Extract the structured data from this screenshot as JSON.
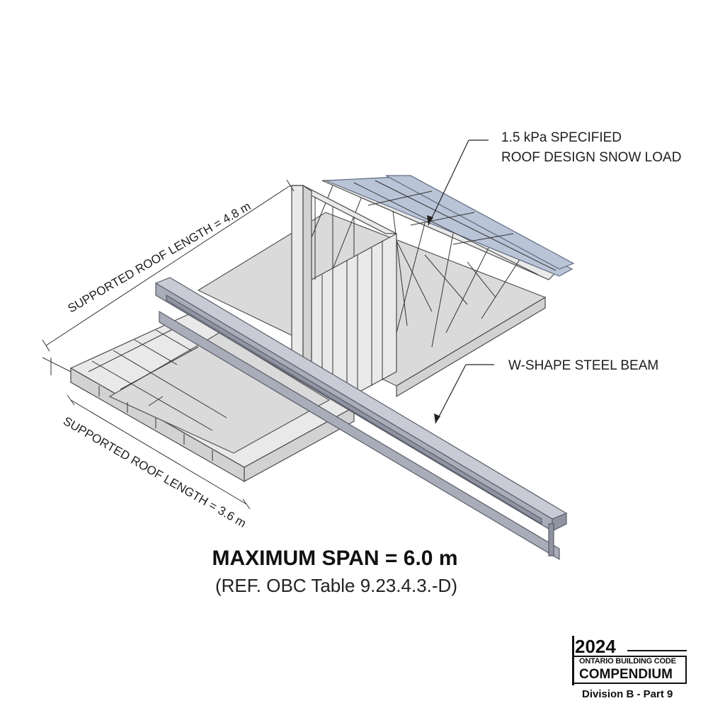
{
  "labels": {
    "snow_load_line1": "1.5 kPa SPECIFIED",
    "snow_load_line2": "ROOF DESIGN SNOW LOAD",
    "beam_label": "W-SHAPE STEEL BEAM",
    "roof_length_upper": "SUPPORTED ROOF LENGTH = 4.8 m",
    "roof_length_lower": "SUPPORTED ROOF LENGTH = 3.6 m"
  },
  "span": {
    "title": "MAXIMUM SPAN = 6.0 m",
    "reference": "(REF. OBC Table 9.23.4.3.-D)"
  },
  "badge": {
    "year": "2024",
    "line1": "ONTARIO BUILDING CODE",
    "line2": "COMPENDIUM",
    "division": "Division B - Part 9"
  }
}
